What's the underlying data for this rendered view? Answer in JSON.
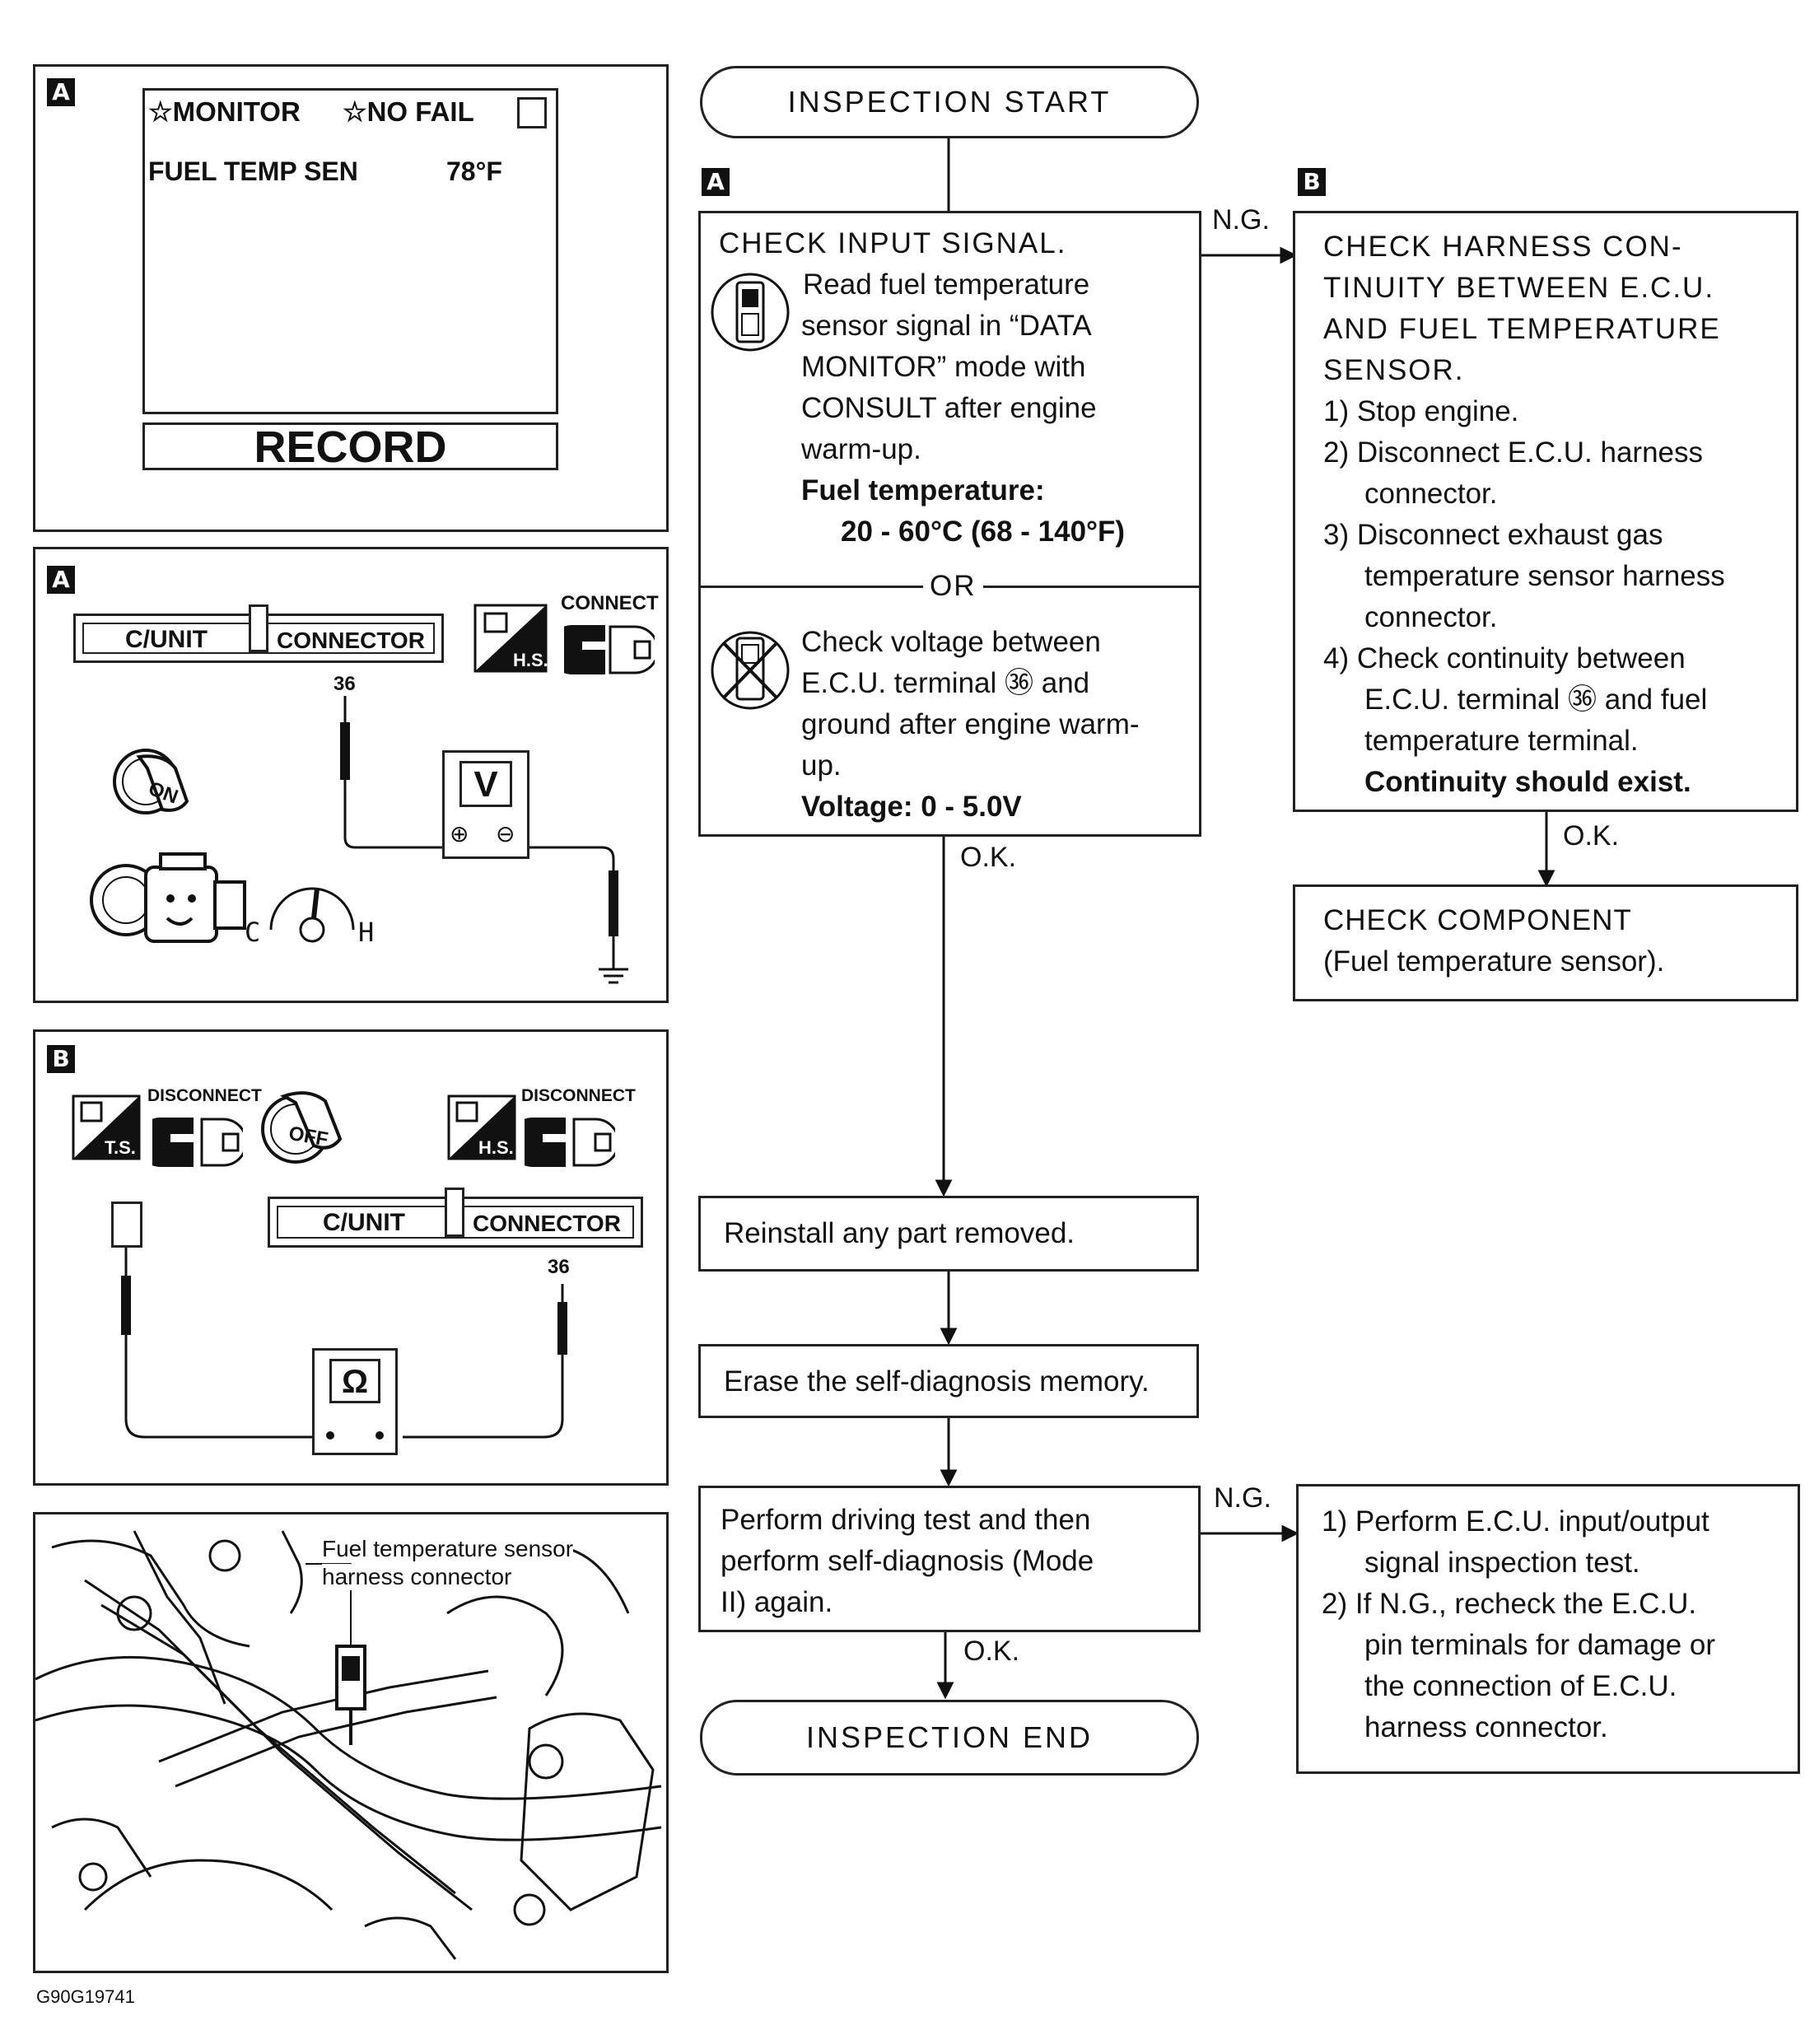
{
  "monitor_panel": {
    "letter": "A",
    "monitor_label": "☆MONITOR",
    "no_fail_label": "☆NO FAIL",
    "item_name": "FUEL TEMP SEN",
    "item_value": "78°F",
    "record_button": "RECORD"
  },
  "panel_a2": {
    "letter": "A",
    "cunit_label": "C/UNIT",
    "connector_label": "CONNECTOR",
    "connect_label": "CONNECT",
    "hs_label": "H.S.",
    "terminal": "36",
    "meter_label": "V",
    "ignition_label": "ON",
    "gauge_c": "C",
    "gauge_h": "H"
  },
  "panel_b": {
    "letter": "B",
    "ts_label": "T.S.",
    "hs_label": "H.S.",
    "disconnect_1": "DISCONNECT",
    "disconnect_2": "DISCONNECT",
    "ignition_label": "OFF",
    "cunit_label": "C/UNIT",
    "connector_label": "CONNECTOR",
    "terminal": "36",
    "meter_label": "Ω"
  },
  "engine_photo": {
    "callout_line1": "Fuel temperature sensor",
    "callout_line2": "harness connector"
  },
  "figure_id": "G90G19741",
  "flow": {
    "start": "INSPECTION START",
    "end": "INSPECTION END",
    "letter_a": "A",
    "letter_b": "B",
    "check_input": {
      "title": "CHECK INPUT SIGNAL.",
      "l1": "Read fuel temperature",
      "l2": "sensor signal in “DATA",
      "l3": "MONITOR” mode with",
      "l4": "CONSULT after engine",
      "l5": "warm-up.",
      "spec_label": "Fuel temperature:",
      "spec_value": "20 - 60°C (68 - 140°F)",
      "or": "OR",
      "alt1": "Check voltage between",
      "alt2": "E.C.U. terminal ㊱ and",
      "alt3": "ground after engine warm-",
      "alt4": "up.",
      "voltage": "Voltage:  0 - 5.0V"
    },
    "harness": {
      "t1": "CHECK  HARNESS  CON-",
      "t2": "TINUITY  BETWEEN  E.C.U.",
      "t3": "AND  FUEL  TEMPERATURE",
      "t4": "SENSOR.",
      "s1": "1)  Stop engine.",
      "s2": "2)  Disconnect E.C.U. harness",
      "s2b": "connector.",
      "s3": "3)  Disconnect exhaust gas",
      "s3b": "temperature sensor harness",
      "s3c": "connector.",
      "s4": "4)  Check continuity between",
      "s4b": "E.C.U. terminal ㊱ and fuel",
      "s4c": "temperature terminal.",
      "s4d": "Continuity should exist."
    },
    "component": {
      "l1": "CHECK COMPONENT",
      "l2": "(Fuel temperature sensor)."
    },
    "reinstall": "Reinstall any part removed.",
    "erase": "Erase the self-diagnosis memory.",
    "driving": {
      "l1": "Perform driving test and then",
      "l2": "perform self-diagnosis (Mode",
      "l3": "II) again."
    },
    "final": {
      "l1": "1)  Perform E.C.U. input/output",
      "l1b": "signal inspection test.",
      "l2": "2)  If N.G., recheck the E.C.U.",
      "l2b": "pin terminals for damage or",
      "l2c": "the connection of E.C.U.",
      "l2d": "harness connector."
    },
    "ng": "N.G.",
    "ok": "O.K."
  }
}
